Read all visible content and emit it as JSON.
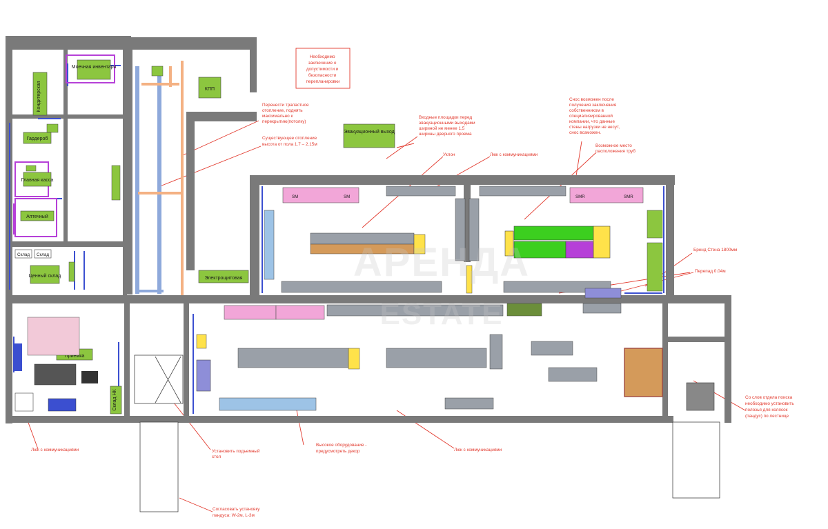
{
  "colors": {
    "wall": "#7a7a7a",
    "window_blue": "#3b4fd0",
    "note_red": "#e23a2e",
    "room_green": "#8cc63f",
    "pink": "#f2a6d8",
    "equipment_gray": "#9aa0a8",
    "duct_orange": "#f4b183",
    "duct_blue": "#8ea9db",
    "light_blue": "#9dc3e6",
    "bright_green": "#3ccf1f",
    "purple": "#b640d8",
    "yellow": "#ffe24a"
  },
  "rooms": {
    "moechnaya": "Моечная инвентаря",
    "konditer": "Кондитерская",
    "garderob": "Гардероб",
    "glavnaya_kassa": "Главная касса",
    "apteka": "Аптечный",
    "sklad_1": "Склад",
    "sklad_2": "Склад",
    "cenny_sklad": "Ценный склад",
    "kpp": "КПП",
    "evak_vyhod": "Эвакуационный выход",
    "elektro": "Электрощитовая",
    "priemka": "Приемка",
    "sklad_nk": "Склад НК"
  },
  "notes": {
    "zaklyuchenie": [
      "Необходимо",
      "заключение о",
      "допустимости и",
      "безопасности",
      "перепланировки"
    ],
    "perenesti": [
      "Перенести трапастное",
      "отопление, поднять",
      "максимально к",
      "перекрытию(потолку)"
    ],
    "sushch_otoplenie": [
      "Существующее отопление",
      "высота от пола 1.7 – 2.15м"
    ],
    "vhodnye": [
      "Входные площадки перед",
      "эвакуационными выходами",
      "шириной не менее 1,5",
      "ширины дверного проема"
    ],
    "uklon": "Уклон",
    "lyuk_top": "Люк с коммуникациями",
    "snos": [
      "Снос возможен после",
      "получения заключения",
      "собственником в",
      "специализированной",
      "компании, что данные",
      "стены нагрузки не несут,",
      "снос возможен."
    ],
    "vozmozhnoe": [
      "Возможное место",
      "расположения труб"
    ],
    "brand": "Бренд Стена 1800мм",
    "perepad": "Перепад 0.04м",
    "lyuk_left": "Люк с коммуникациями",
    "podemnik": [
      "Установить подъемный",
      "стол"
    ],
    "vysokoe": [
      "Высокое оборудование -",
      "предусмотреть декор"
    ],
    "lyuk_bottom": "Люк с коммуникациями",
    "soglasovat": [
      "Согласовать установку",
      "пандуса: W-2м, L-3м"
    ],
    "so_slov": [
      "Со слов отдела поиска",
      "необходимо установить",
      "полозья для колясок",
      "(пандус) по лестнице"
    ]
  },
  "equipment_labels": {
    "sm_left": "SM",
    "sm_left_2": "SM",
    "smr_right": "SMR",
    "smr_right_2": "SMR"
  },
  "watermark": {
    "line1": "АРЕНДА",
    "line2": "ESTATE"
  }
}
